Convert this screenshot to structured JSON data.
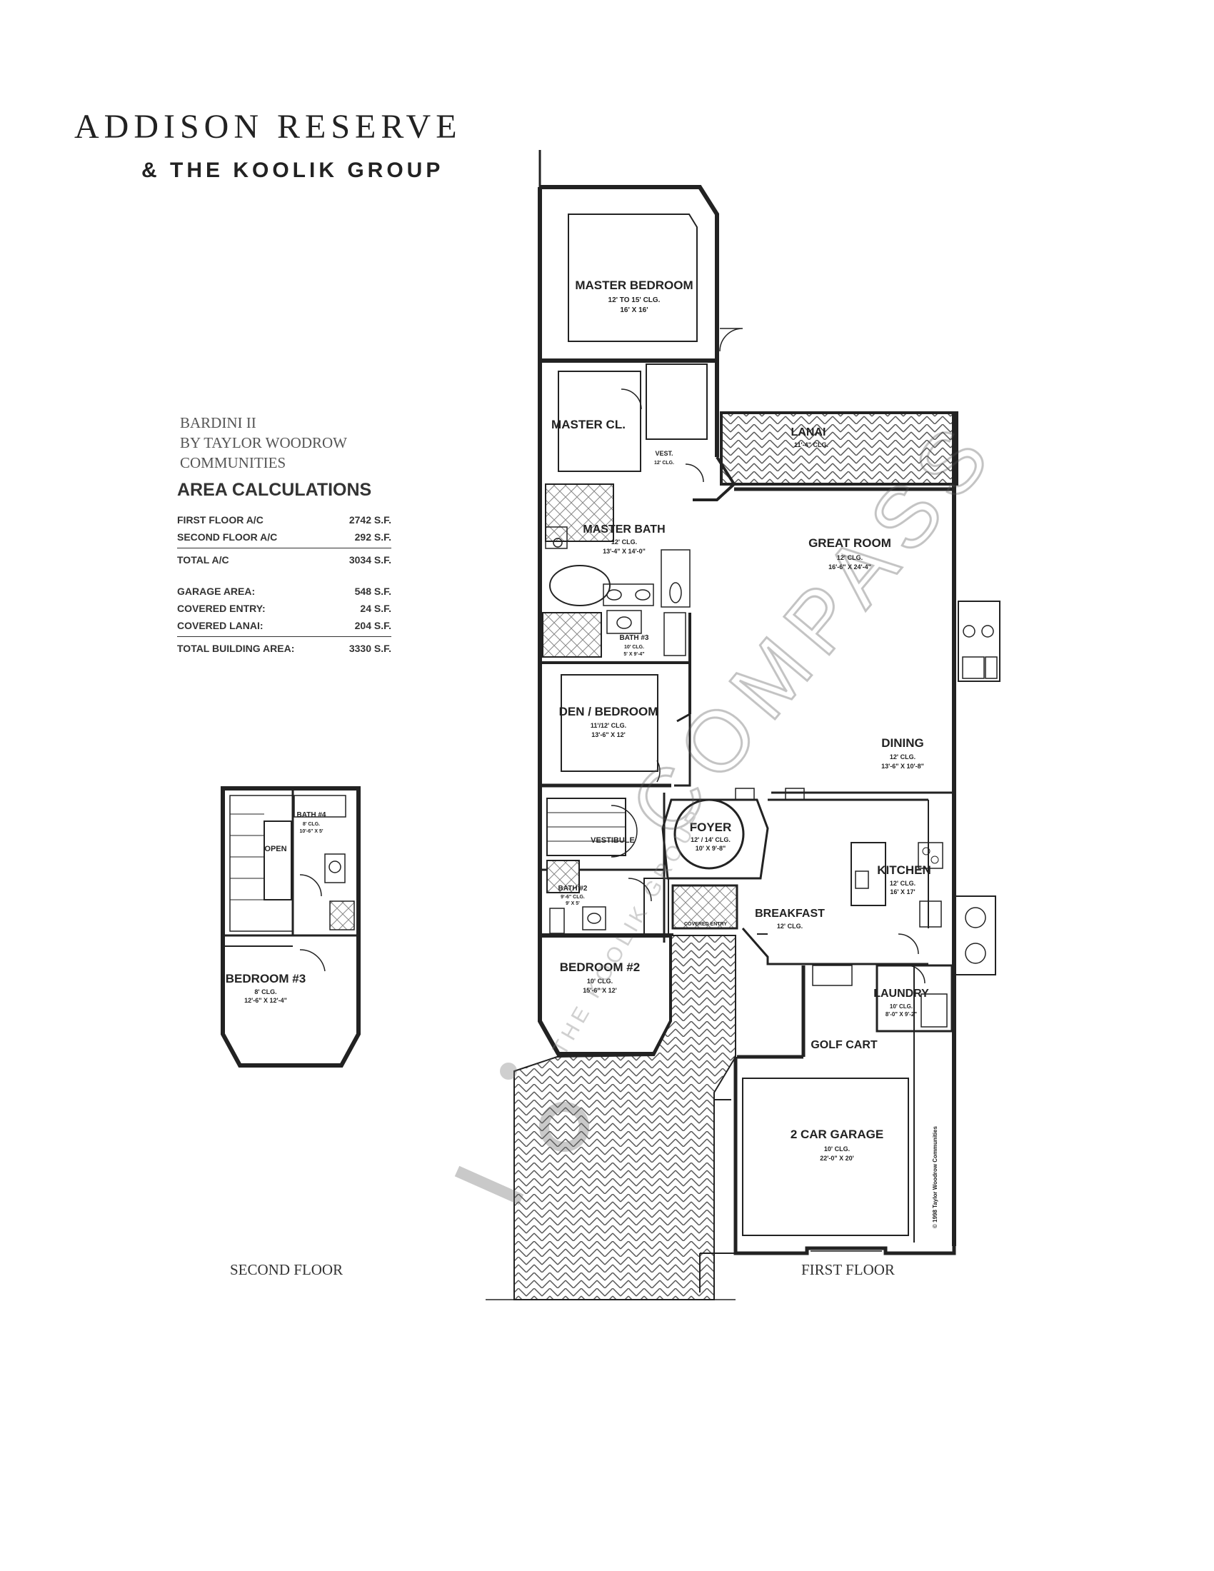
{
  "header": {
    "title": "ADDISON RESERVE",
    "subtitle": "& THE KOOLIK GROUP"
  },
  "model": {
    "name": "BARDINI II",
    "builder_line1": "BY TAYLOR WOODROW",
    "builder_line2": "COMMUNITIES"
  },
  "area_calculations": {
    "title": "AREA CALCULATIONS",
    "rows": [
      {
        "label": "FIRST FLOOR A/C",
        "value": "2742 S.F."
      },
      {
        "label": "SECOND FLOOR A/C",
        "value": "292 S.F."
      },
      {
        "label": "TOTAL A/C",
        "value": "3034 S.F."
      },
      {
        "label": "GARAGE AREA:",
        "value": "548 S.F."
      },
      {
        "label": "COVERED ENTRY:",
        "value": "24 S.F."
      },
      {
        "label": "COVERED LANAI:",
        "value": "204 S.F."
      },
      {
        "label": "TOTAL BUILDING AREA:",
        "value": "3330 S.F."
      }
    ]
  },
  "first_floor": {
    "label": "FIRST FLOOR",
    "rooms": {
      "master_bedroom": {
        "name": "MASTER BEDROOM",
        "clg": "12' TO 15' CLG.",
        "size": "16' X 16'"
      },
      "master_closet": {
        "name": "MASTER CL."
      },
      "vest": {
        "name": "VEST.",
        "clg": "12' CLG."
      },
      "lanai": {
        "name": "LANAI",
        "clg": "11'-4\" CLG."
      },
      "master_bath": {
        "name": "MASTER BATH",
        "clg": "12' CLG.",
        "size": "13'-4\" X 14'-0\""
      },
      "great_room": {
        "name": "GREAT ROOM",
        "clg": "12' CLG.",
        "size": "16'-6\" X 24'-4\""
      },
      "bath3": {
        "name": "BATH #3",
        "clg": "10' CLG.",
        "size": "5' X 9'-4\""
      },
      "den": {
        "name": "DEN / BEDROOM",
        "clg": "11'/12' CLG.",
        "size": "13'-6\" X 12'"
      },
      "dining": {
        "name": "DINING",
        "clg": "12' CLG.",
        "size": "13'-6\" X 10'-8\""
      },
      "foyer": {
        "name": "FOYER",
        "clg": "12' / 14' CLG.",
        "size": "10' X 9'-8\""
      },
      "vestibule": {
        "name": "VESTIBULE"
      },
      "kitchen": {
        "name": "KITCHEN",
        "clg": "12' CLG.",
        "size": "16' X 17'"
      },
      "bath2": {
        "name": "BATH #2",
        "clg": "9'-6\" CLG.",
        "size": "9' X 5'"
      },
      "covered_entry": {
        "name": "COVERED ENTRY"
      },
      "breakfast": {
        "name": "BREAKFAST",
        "clg": "12' CLG."
      },
      "bedroom2": {
        "name": "BEDROOM #2",
        "clg": "10' CLG.",
        "size": "15'-6\" X 12'"
      },
      "laundry": {
        "name": "LAUNDRY",
        "clg": "10' CLG.",
        "size": "8'-0\" X 9'-2\""
      },
      "golf_cart": {
        "name": "GOLF CART"
      },
      "garage": {
        "name": "2 CAR GARAGE",
        "clg": "10' CLG.",
        "size": "22'-0\" X 20'"
      }
    },
    "copyright": "© 1998 Taylor Woodrow Communities"
  },
  "second_floor": {
    "label": "SECOND FLOOR",
    "rooms": {
      "open": {
        "name": "OPEN"
      },
      "bath4": {
        "name": "BATH #4",
        "clg": "8' CLG.",
        "size": "10'-6\" X 5'"
      },
      "bedroom3": {
        "name": "BEDROOM #3",
        "clg": "8' CLG.",
        "size": "12'-6\" X 12'-4\""
      }
    }
  },
  "watermarks": {
    "compass": "COMPASS",
    "koolik": "THE KOOLIK GROUP"
  }
}
